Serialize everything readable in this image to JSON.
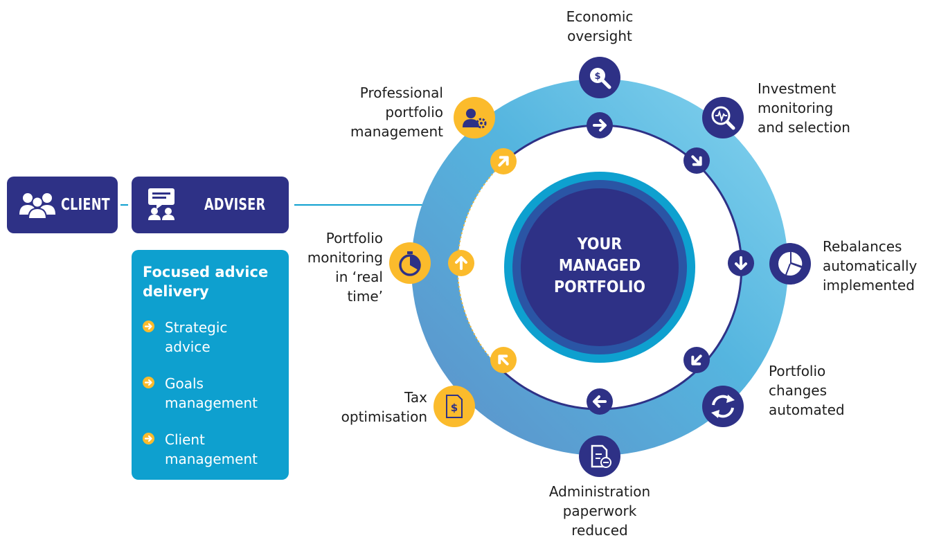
{
  "client": {
    "label": "CLIENT",
    "icon": "people-group-icon"
  },
  "adviser": {
    "label": "ADVISER",
    "icon": "presenter-board-icon"
  },
  "advice": {
    "title": "Focused advice delivery",
    "items": [
      {
        "text": "Strategic\nadvice"
      },
      {
        "text": "Goals\nmanagement"
      },
      {
        "text": "Client\nmanagement"
      }
    ]
  },
  "center": {
    "lines": [
      "YOUR",
      "MANAGED",
      "PORTFOLIO"
    ]
  },
  "features": [
    {
      "id": "economic-oversight",
      "label": "Economic\noversight",
      "icon": "dollar-magnifier-icon"
    },
    {
      "id": "investment-monitoring",
      "label": "Investment\nmonitoring\nand selection",
      "icon": "chart-magnifier-icon"
    },
    {
      "id": "rebalances",
      "label": "Rebalances\nautomatically\nimplemented",
      "icon": "pie-chart-icon"
    },
    {
      "id": "portfolio-changes",
      "label": "Portfolio\nchanges\nautomated",
      "icon": "refresh-cycle-icon"
    },
    {
      "id": "administration",
      "label": "Administration\npaperwork\nreduced",
      "icon": "document-minus-icon"
    },
    {
      "id": "tax-optimisation",
      "label": "Tax\noptimisation",
      "icon": "tax-document-icon"
    },
    {
      "id": "real-time-monitoring",
      "label": "Portfolio\nmonitoring\nin ‘real\ntime’",
      "icon": "stopwatch-icon"
    },
    {
      "id": "professional-management",
      "label": "Professional\nportfolio\nmanagement",
      "icon": "person-gear-icon"
    }
  ],
  "colors": {
    "navy": "#2e3186",
    "ring_light": "#7fd0ec",
    "ring_dark": "#4f93cb",
    "cyan": "#0ea0cf",
    "yellow": "#fbbb2c",
    "center_ring": "#2a55a5"
  }
}
